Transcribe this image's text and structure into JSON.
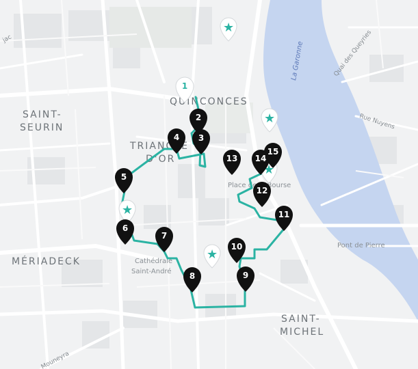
{
  "map": {
    "district_labels": {
      "quinconces": "QUINCONCES",
      "saint_seurin_1": "SAINT-",
      "saint_seurin_2": "SEURIN",
      "triangle_1": "TRIANGLE",
      "triangle_2": "D'OR",
      "meriadeck": "MÉRIADECK",
      "saint_michel_1": "SAINT-",
      "saint_michel_2": "MICHEL"
    },
    "place_labels": {
      "place_bourse": "Place de la Bourse",
      "cathedrale_1": "Cathédrale",
      "cathedrale_2": "Saint-André",
      "pont_de_pierre": "Pont de Pierre"
    },
    "water_labels": {
      "garonne": "La Garonne"
    },
    "street_labels": {
      "quai_queyries": "Quai des Queyries",
      "rue_nuyens": "Rue Nuyens",
      "mouneyra": "Mouneyra",
      "edge_jac": "jac"
    },
    "route_color": "#2bb3a3",
    "stop_color": "#111111",
    "poi_icon": "star-icon",
    "stops": [
      {
        "id": "stop-1",
        "label": "1",
        "variant": "start"
      },
      {
        "id": "stop-2",
        "label": "2",
        "variant": "stop"
      },
      {
        "id": "stop-3",
        "label": "3",
        "variant": "stop"
      },
      {
        "id": "stop-4",
        "label": "4",
        "variant": "stop"
      },
      {
        "id": "stop-5",
        "label": "5",
        "variant": "stop"
      },
      {
        "id": "stop-6",
        "label": "6",
        "variant": "stop"
      },
      {
        "id": "stop-7",
        "label": "7",
        "variant": "stop"
      },
      {
        "id": "stop-8",
        "label": "8",
        "variant": "stop"
      },
      {
        "id": "stop-9",
        "label": "9",
        "variant": "stop"
      },
      {
        "id": "stop-10",
        "label": "10",
        "variant": "stop"
      },
      {
        "id": "stop-11",
        "label": "11",
        "variant": "stop"
      },
      {
        "id": "stop-12",
        "label": "12",
        "variant": "stop"
      },
      {
        "id": "stop-13",
        "label": "13",
        "variant": "stop"
      },
      {
        "id": "stop-14",
        "label": "14",
        "variant": "stop"
      },
      {
        "id": "stop-15",
        "label": "15",
        "variant": "stop"
      }
    ],
    "poi_count": 5
  }
}
